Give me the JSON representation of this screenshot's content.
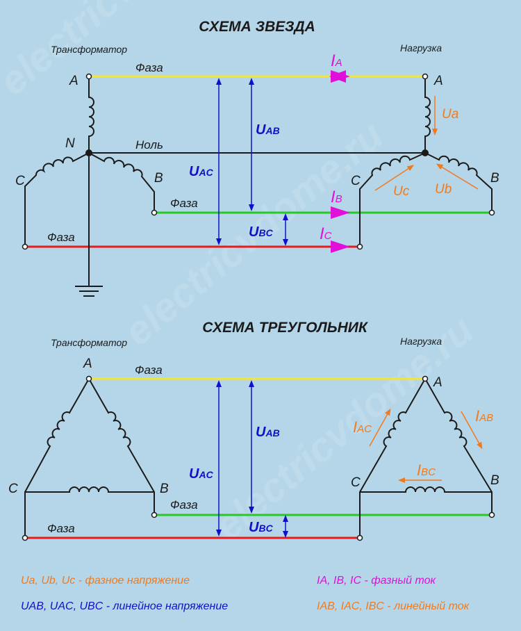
{
  "colors": {
    "background": "#b5d6e8",
    "phase_a": "#f4e534",
    "phase_b": "#26c926",
    "phase_c": "#e81a1a",
    "neutral": "#1a1a1a",
    "line_voltage": "#1010c8",
    "phase_current": "#e00fd9",
    "phase_voltage": "#f07a1e"
  },
  "watermark": "electricvdome.ru",
  "star": {
    "title": "СХЕМА ЗВЕЗДА",
    "transformer_label": "Трансформатор",
    "load_label": "Нагрузка",
    "wire_a_label": "Фаза",
    "wire_b_label": "Фаза",
    "wire_c_label": "Фаза",
    "neutral_label": "Ноль",
    "node_a_left": "A",
    "node_b_left": "B",
    "node_c_left": "C",
    "node_n": "N",
    "node_a_right": "A",
    "node_b_right": "B",
    "node_c_right": "C",
    "current_a": {
      "main": "I",
      "sub": "A"
    },
    "current_b": {
      "main": "I",
      "sub": "B"
    },
    "current_c": {
      "main": "I",
      "sub": "C"
    },
    "volt_ab": {
      "main": "U",
      "sub": "AB"
    },
    "volt_ac": {
      "main": "U",
      "sub": "AC"
    },
    "volt_bc": {
      "main": "U",
      "sub": "BC"
    },
    "phase_ua": "Ua",
    "phase_ub": "Ub",
    "phase_uc": "Uc"
  },
  "delta": {
    "title": "СХЕМА ТРЕУГОЛЬНИК",
    "transformer_label": "Трансформатор",
    "load_label": "Нагрузка",
    "wire_a_label": "Фаза",
    "wire_b_label": "Фаза",
    "wire_c_label": "Фаза",
    "node_a_left": "A",
    "node_b_left": "B",
    "node_c_left": "C",
    "node_a_right": "A",
    "node_b_right": "B",
    "node_c_right": "C",
    "volt_ab": {
      "main": "U",
      "sub": "AB"
    },
    "volt_ac": {
      "main": "U",
      "sub": "AC"
    },
    "volt_bc": {
      "main": "U",
      "sub": "BC"
    },
    "i_ab": {
      "main": "I",
      "sub": "AB"
    },
    "i_ac": {
      "main": "I",
      "sub": "AC"
    },
    "i_bc": {
      "main": "I",
      "sub": "BC"
    }
  },
  "legend": {
    "phase_voltage": "Ua, Ub, Uc - фазное напряжение",
    "line_voltage": "UAB, UAC, UBC - линейное напряжение",
    "phase_current": "IA, IB, IC - фазный ток",
    "line_current": "IAB, IAC, IBC - линейный ток"
  }
}
